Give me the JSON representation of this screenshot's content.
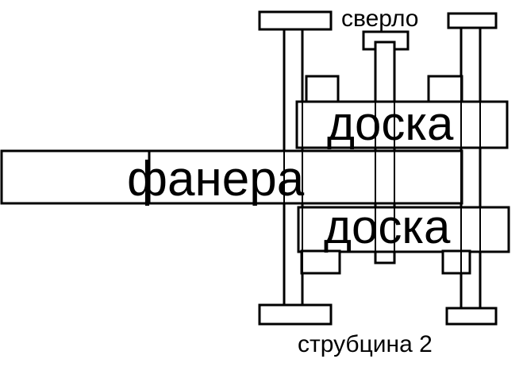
{
  "labels": {
    "drill": "сверло",
    "board_top": "доска",
    "plywood": "фанера",
    "board_bottom": "доска",
    "clamp": "струбцина 2"
  },
  "colors": {
    "stroke": "#000000",
    "background": "#ffffff"
  }
}
